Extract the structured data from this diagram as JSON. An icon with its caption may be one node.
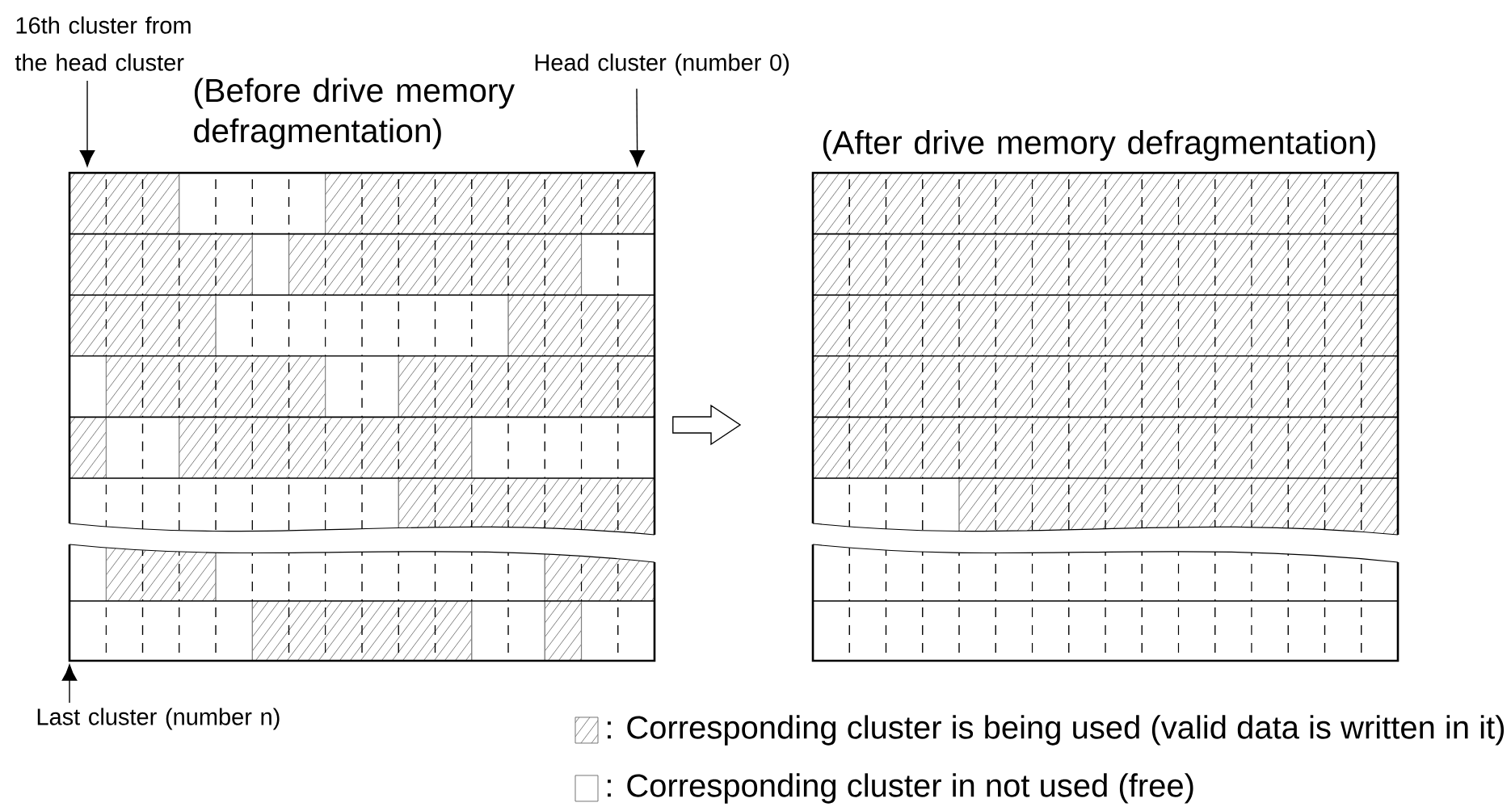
{
  "diagram": {
    "nodes": [
      {
        "text": [
          "16th cluster from the head cluster"
        ]
      },
      {
        "text": [
          "Head cluster (number 0)"
        ]
      },
      {
        "text": [],
        "shape": "box",
        "beside": [
          "(Before drive memory defragmentation)"
        ]
      },
      {
        "text": [],
        "shape": "box",
        "beside": [
          "(After drive memory defragmentation)"
        ]
      },
      {
        "text": [
          "Last cluster (number n)"
        ]
      }
    ],
    "edges": [
      {
        "from": 0,
        "to": 2,
        "arrow": "to"
      },
      {
        "from": 1,
        "to": 2,
        "arrow": "to"
      },
      {
        "from": 4,
        "to": 2,
        "arrow": "to"
      },
      {
        "from": 2,
        "to": 3,
        "arrow": "to"
      }
    ],
    "legend": [
      {
        "text": ": Corresponding cluster is being used (valid data is written in it)"
      },
      {
        "text": ": Corresponding cluster in not used (free)"
      }
    ]
  }
}
